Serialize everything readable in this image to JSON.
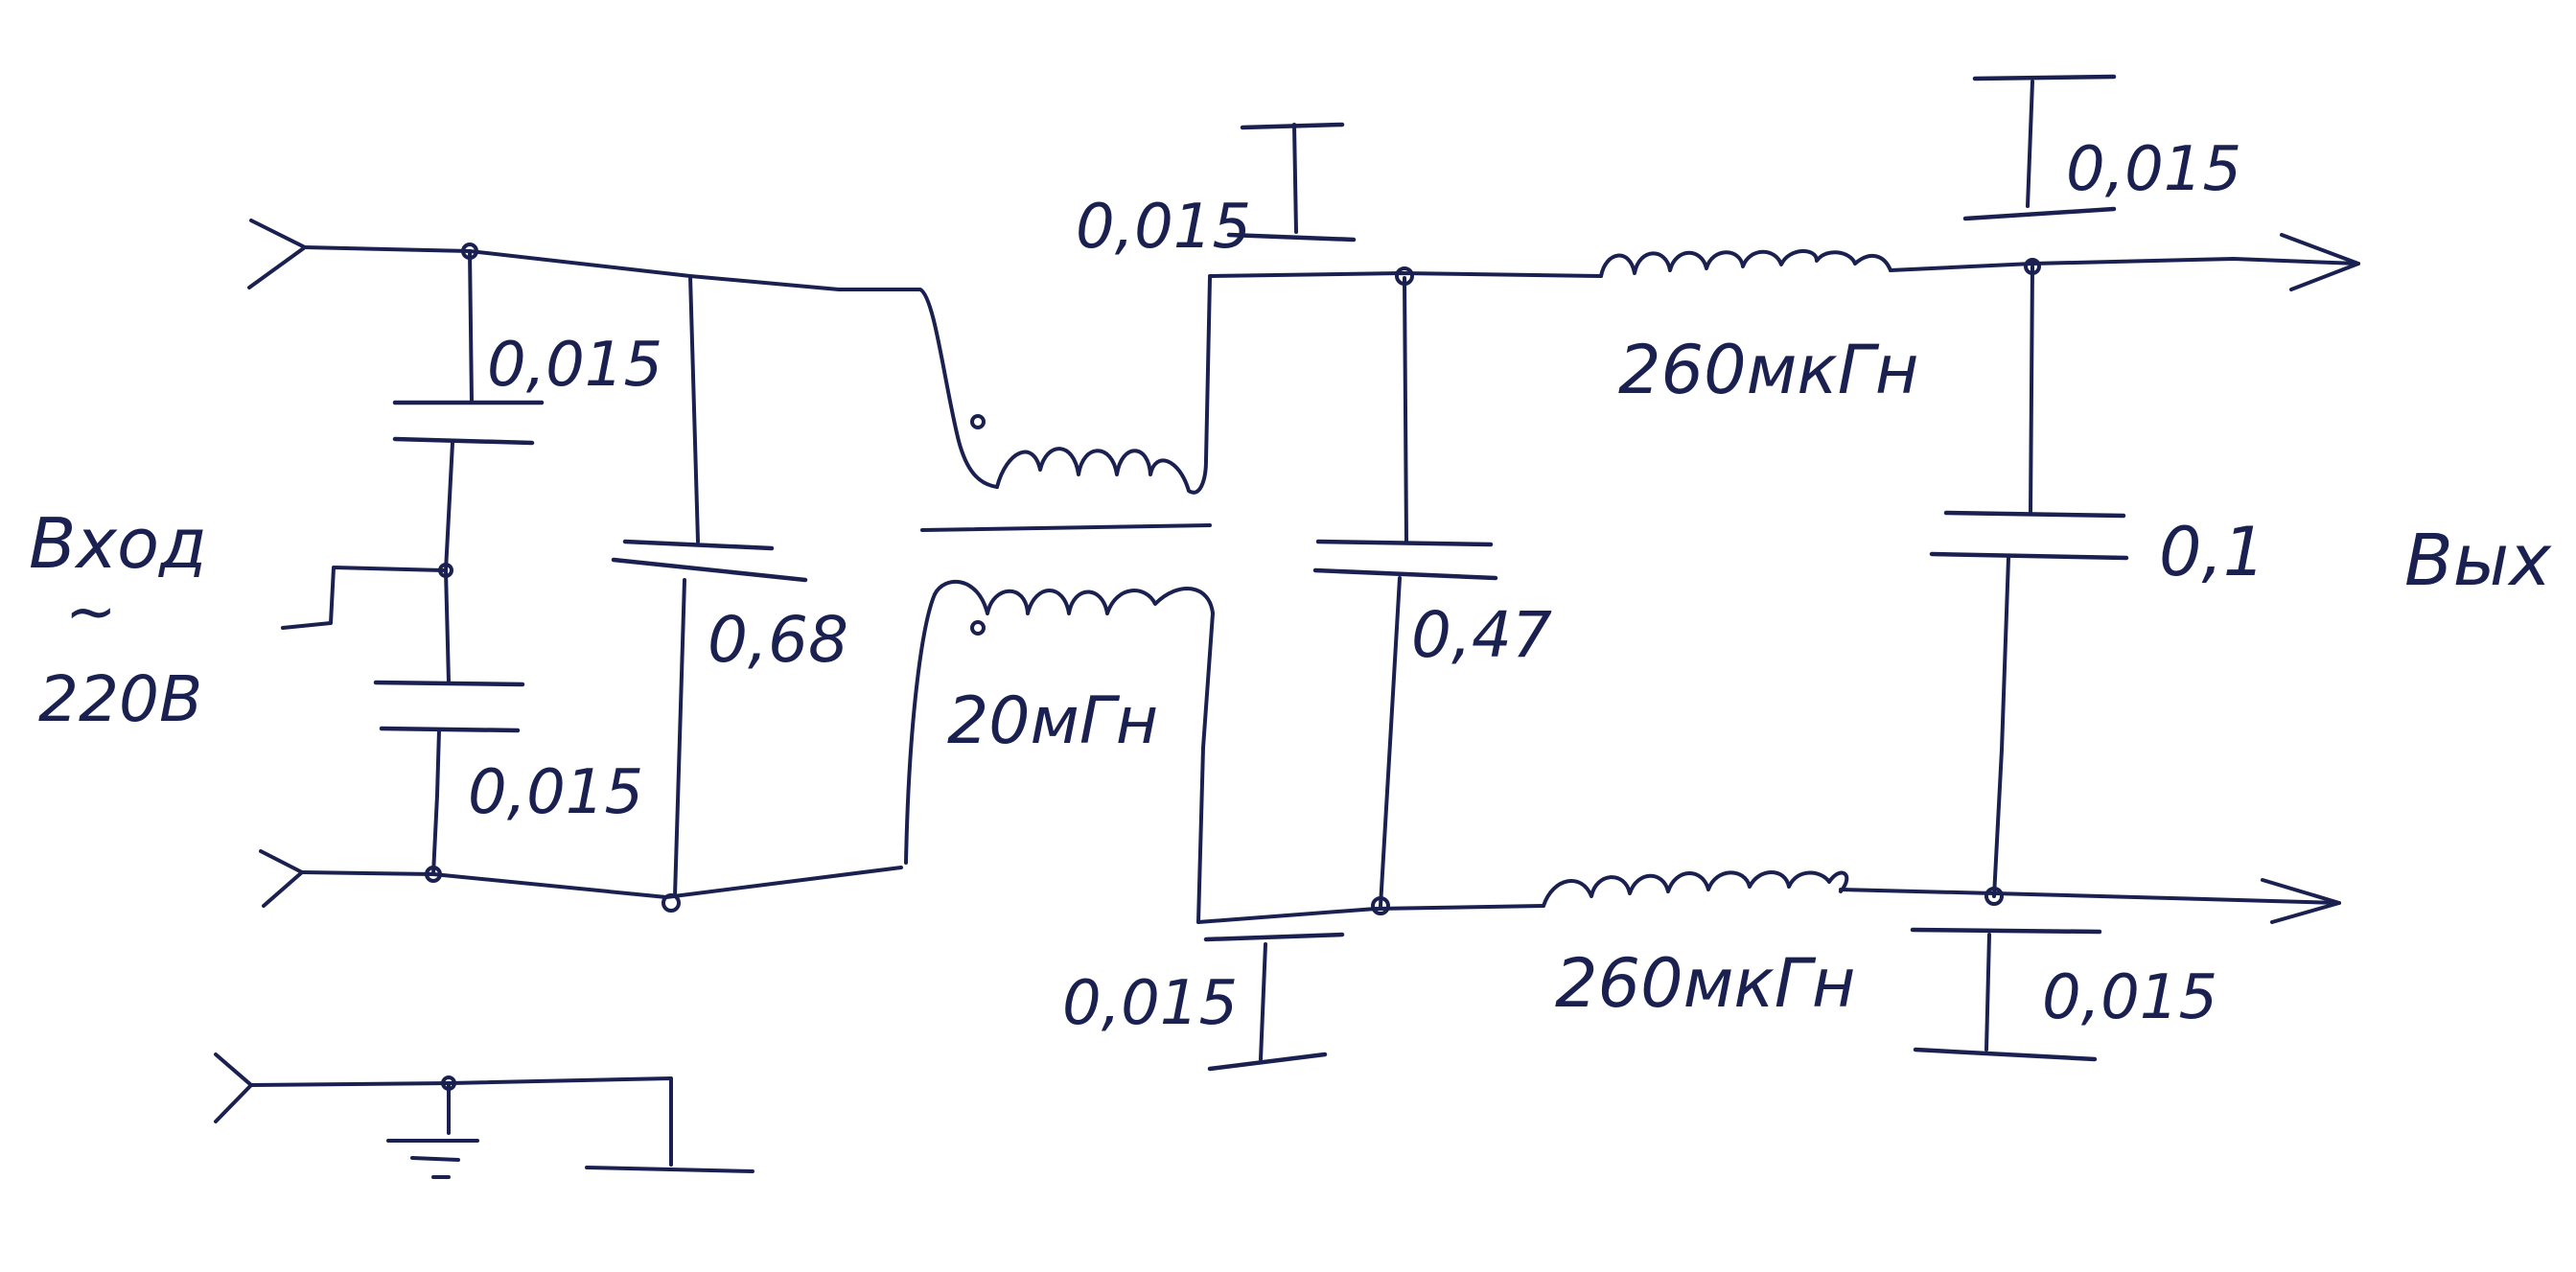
{
  "diagram": {
    "ink_color": "#1a2150",
    "input": {
      "label": "Вход",
      "ac_symbol": "~",
      "voltage": "220В"
    },
    "output": {
      "label": "Вых"
    },
    "capacitors": {
      "y_top": "0,015",
      "y_bottom": "0,015",
      "x_input": "0,68",
      "choke_top": "0,015",
      "choke_bottom": "0,015",
      "x_middle": "0,47",
      "out_top": "0,015",
      "out_bottom": "0,015",
      "x_output": "0,1"
    },
    "inductors": {
      "common_mode_choke": "20мГн",
      "line_top": "260мкГн",
      "line_bottom": "260мкГн"
    }
  }
}
